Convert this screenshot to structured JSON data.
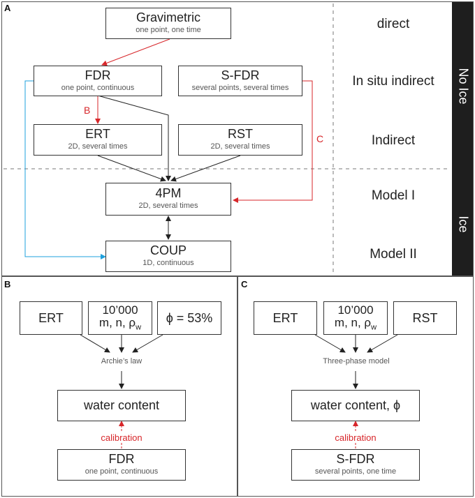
{
  "panel_a": {
    "label": "A",
    "gravimetric": {
      "title": "Gravimetric",
      "sub": "one point, one time"
    },
    "fdr": {
      "title": "FDR",
      "sub": "one point, continuous"
    },
    "sfdr": {
      "title": "S-FDR",
      "sub": "several points, several times"
    },
    "ert": {
      "title": "ERT",
      "sub": "2D, several times"
    },
    "rst": {
      "title": "RST",
      "sub": "2D, several times"
    },
    "fourpm": {
      "title": "4PM",
      "sub": "2D, several times"
    },
    "coup": {
      "title": "COUP",
      "sub": "1D, continuous"
    },
    "levels": {
      "direct": "direct",
      "in_situ": "In situ indirect",
      "indirect": "Indirect",
      "model1": "Model I",
      "model2": "Model II"
    },
    "side_no_ice": "No Ice",
    "side_ice": "Ice",
    "arrow_b": "B",
    "arrow_c": "C"
  },
  "panel_b": {
    "label": "B",
    "ert": "ERT",
    "params_top": "10’000",
    "params_bottom": "m, n, ρ",
    "params_sub": "w",
    "phi": "ϕ = 53%",
    "law": "Archie’s law",
    "result": "water content",
    "calibration": "calibration",
    "fdr": {
      "title": "FDR",
      "sub": "one point, continuous"
    }
  },
  "panel_c": {
    "label": "C",
    "ert": "ERT",
    "params_top": "10’000",
    "params_bottom": "m, n, ρ",
    "params_sub": "w",
    "rst": "RST",
    "model": "Three-phase model",
    "result": "water content, ϕ",
    "calibration": "calibration",
    "sfdr": {
      "title": "S-FDR",
      "sub": "several points, one time"
    }
  },
  "colors": {
    "red": "#d7262a",
    "blue": "#1ea0dc",
    "dark": "#1e1e1e"
  }
}
